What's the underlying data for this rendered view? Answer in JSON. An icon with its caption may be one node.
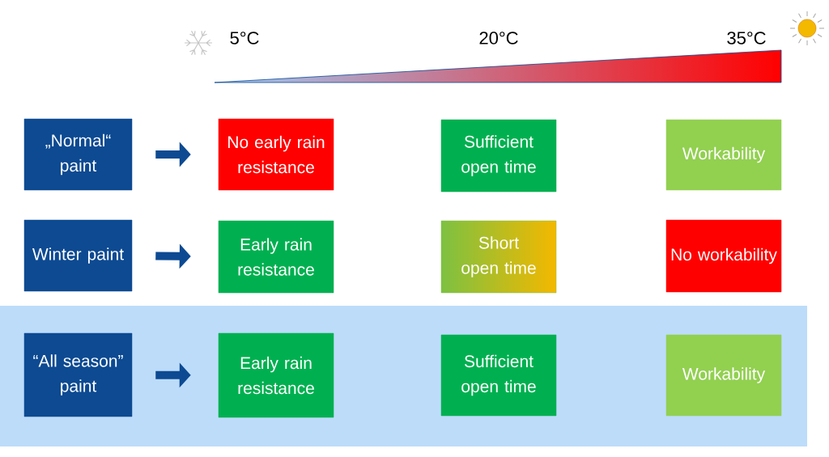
{
  "diagram": {
    "nodes": [
      {
        "text": [
          "„Normal“ paint"
        ]
      },
      {
        "text": [
          "No early rain resistance"
        ]
      },
      {
        "text": [
          "Sufficient open time"
        ]
      },
      {
        "text": [
          "Workability"
        ]
      },
      {
        "text": [
          "Winter paint"
        ]
      },
      {
        "text": [
          "Early rain resistance"
        ]
      },
      {
        "text": [
          "Short open time"
        ]
      },
      {
        "text": [
          "No workability"
        ]
      },
      {
        "text": [
          "“All season” paint"
        ]
      },
      {
        "text": [
          "Early rain resistance"
        ]
      },
      {
        "text": [
          "Sufficient open time"
        ]
      },
      {
        "text": [
          "Workability"
        ]
      }
    ],
    "edges": [
      {
        "from": 0,
        "to": 1,
        "arrow": "to"
      },
      {
        "from": 4,
        "to": 5,
        "arrow": "to"
      },
      {
        "from": 8,
        "to": 9,
        "arrow": "to"
      }
    ],
    "labels": [
      "5°C",
      "20°C",
      "35°C"
    ]
  }
}
